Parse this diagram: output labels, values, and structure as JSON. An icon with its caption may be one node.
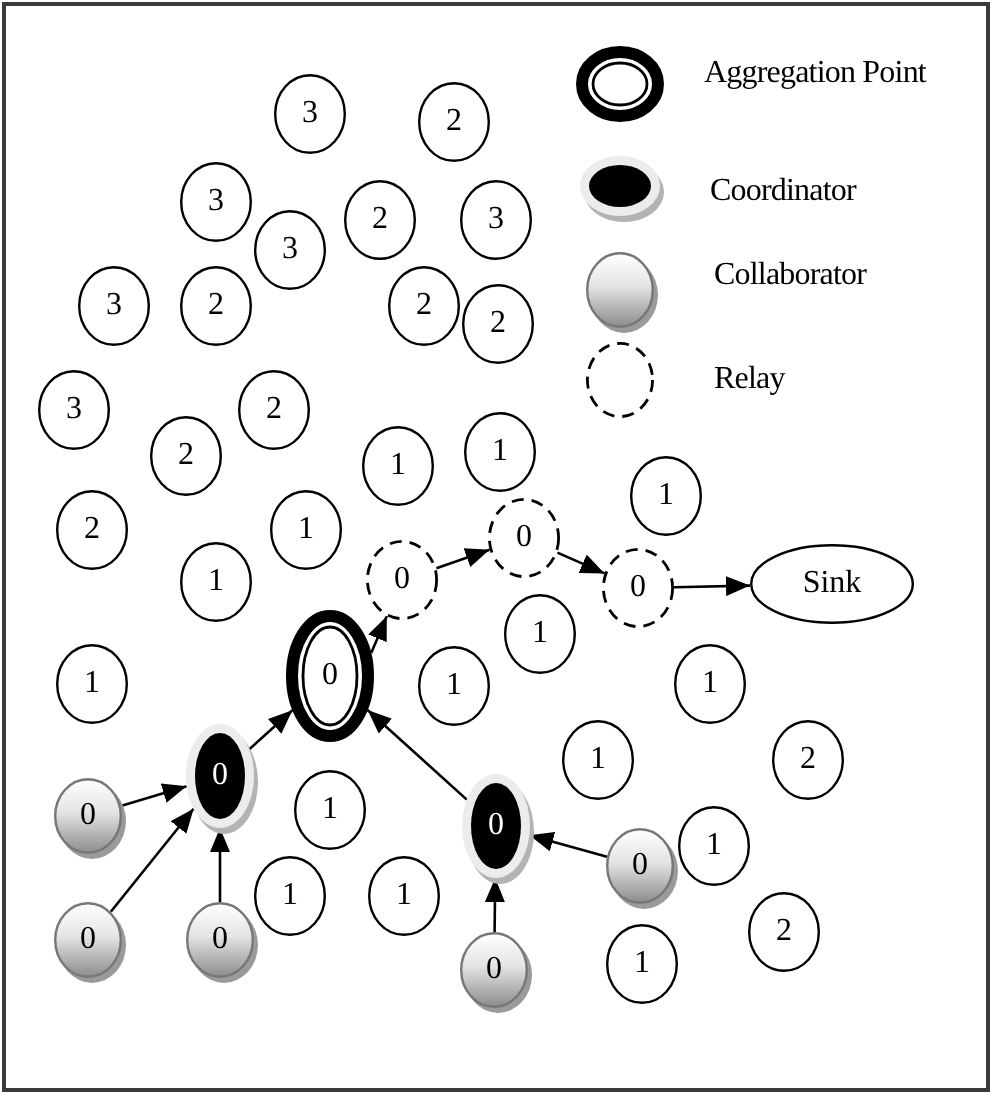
{
  "diagram": {
    "nodes": [
      {
        "text": [
          "3"
        ]
      },
      {
        "text": [
          "2"
        ]
      },
      {
        "text": [
          "3"
        ]
      },
      {
        "text": [
          "2"
        ]
      },
      {
        "text": [
          "3"
        ]
      },
      {
        "text": [
          "3"
        ]
      },
      {
        "text": [
          "3"
        ]
      },
      {
        "text": [
          "2"
        ]
      },
      {
        "text": [
          "2"
        ]
      },
      {
        "text": [
          "2"
        ]
      },
      {
        "text": [
          "3"
        ]
      },
      {
        "text": [
          "2"
        ]
      },
      {
        "text": [
          "2"
        ]
      },
      {
        "text": [
          "1"
        ]
      },
      {
        "text": [
          "1"
        ]
      },
      {
        "text": [
          "1"
        ]
      },
      {
        "text": [
          "2"
        ]
      },
      {
        "text": [
          "1"
        ]
      },
      {
        "text": [
          "0"
        ]
      },
      {
        "text": [
          "1"
        ]
      },
      {
        "text": [
          "0"
        ]
      },
      {
        "text": [
          "0"
        ]
      },
      {
        "text": [
          "Sink"
        ]
      },
      {
        "text": [
          "1"
        ]
      },
      {
        "text": [
          "0"
        ]
      },
      {
        "text": [
          "1"
        ]
      },
      {
        "text": [
          "1"
        ]
      },
      {
        "text": [
          "1"
        ]
      },
      {
        "text": [
          "1"
        ]
      },
      {
        "text": [
          "2"
        ]
      },
      {
        "text": [
          "0"
        ]
      },
      {
        "text": [
          "1"
        ]
      },
      {
        "text": [
          "0"
        ]
      },
      {
        "text": [
          "0"
        ]
      },
      {
        "text": [
          "1"
        ]
      },
      {
        "text": [
          "0"
        ]
      },
      {
        "text": [
          "1"
        ]
      },
      {
        "text": [
          "1"
        ]
      },
      {
        "text": [
          "2"
        ]
      },
      {
        "text": [
          "0"
        ]
      },
      {
        "text": [
          "0"
        ]
      },
      {
        "text": [
          "1"
        ]
      },
      {
        "text": [
          "0"
        ]
      }
    ],
    "edges": [
      {
        "from": 32,
        "to": 30,
        "arrow": "to"
      },
      {
        "from": 39,
        "to": 30,
        "arrow": "to"
      },
      {
        "from": 40,
        "to": 30,
        "arrow": "to"
      },
      {
        "from": 30,
        "to": 24,
        "arrow": "to"
      },
      {
        "from": 33,
        "to": 24,
        "arrow": "to"
      },
      {
        "from": 35,
        "to": 33,
        "arrow": "to"
      },
      {
        "from": 42,
        "to": 33,
        "arrow": "to"
      },
      {
        "from": 24,
        "to": 20,
        "arrow": "to"
      },
      {
        "from": 20,
        "to": 18,
        "arrow": "to"
      },
      {
        "from": 18,
        "to": 21,
        "arrow": "to"
      },
      {
        "from": 21,
        "to": 22,
        "arrow": "to"
      }
    ],
    "legend": [
      {
        "text": "Aggregation Point"
      },
      {
        "text": "Coordinator"
      },
      {
        "text": "Collaborator"
      },
      {
        "text": "Relay"
      }
    ]
  }
}
